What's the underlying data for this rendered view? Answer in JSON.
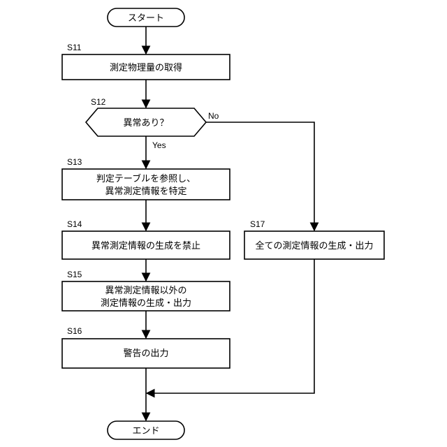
{
  "flowchart": {
    "start": "スタート",
    "end": "エンド",
    "steps": {
      "s11": {
        "id": "S11",
        "text": [
          "測定物理量の取得"
        ]
      },
      "s12": {
        "id": "S12",
        "text": [
          "異常あり？"
        ]
      },
      "s13": {
        "id": "S13",
        "text": [
          "判定テーブルを参照し、",
          "異常測定情報を特定"
        ]
      },
      "s14": {
        "id": "S14",
        "text": [
          "異常測定情報の生成を禁止"
        ]
      },
      "s15": {
        "id": "S15",
        "text": [
          "異常測定情報以外の",
          "測定情報の生成・出力"
        ]
      },
      "s16": {
        "id": "S16",
        "text": [
          "警告の出力"
        ]
      },
      "s17": {
        "id": "S17",
        "text": [
          "全ての測定情報の生成・出力"
        ]
      }
    },
    "branches": {
      "yes": "Yes",
      "no": "No"
    }
  }
}
